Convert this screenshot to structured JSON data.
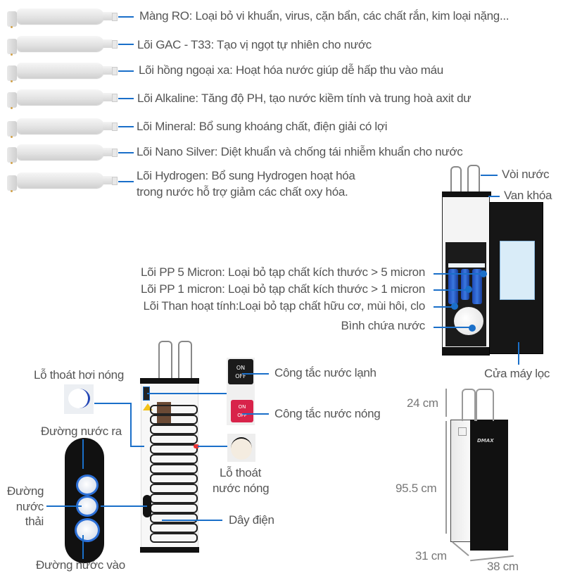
{
  "filters": [
    {
      "label": "Màng RO: Loại bỏ vi khuẩn, virus, cặn bẩn, các chất rắn, kim loại nặng..."
    },
    {
      "label": "Lõi GAC - T33: Tạo vị ngọt tự nhiên cho nước"
    },
    {
      "label": "Lõi hồng ngoại xa: Hoạt hóa nước giúp dễ hấp thu vào máu"
    },
    {
      "label": "Lõi Alkaline: Tăng độ PH, tạo nước kiềm tính và trung hoà axit dư"
    },
    {
      "label": "Lõi Mineral: Bổ sung khoáng chất, điện giải có lợi"
    },
    {
      "label": "Lõi Nano Silver: Diệt khuẩn và chống tái nhiễm khuẩn cho nước"
    },
    {
      "label_line1": "Lõi Hydrogen: Bổ sung Hydrogen hoạt hóa",
      "label_line2": "trong nước hỗ trợ giảm các chất oxy hóa."
    }
  ],
  "front_view": {
    "faucet": "Vòi nước",
    "valve": "Van khóa",
    "pp5": "Lõi PP 5 Micron: Loại bỏ tạp chất kích thước > 5 micron",
    "pp1": "Lõi PP 1 micron: Loại bỏ tạp chất kích thước > 1 micron",
    "carbon": "Lõi Than hoạt tính:Loại bỏ tạp chất hữu cơ, mùi hôi, clo",
    "tank": "Bình chứa nước",
    "door": "Cửa máy lọc"
  },
  "back_view": {
    "steam_vent": "Lỗ thoát hơi nóng",
    "water_out": "Đường nước ra",
    "waste_line": [
      "Đường",
      "nước",
      "thải"
    ],
    "water_in": "Đường nước vào",
    "cold_switch": "Công tắc nước lạnh",
    "hot_switch": "Công tắc nước nóng",
    "hot_drain": [
      "Lỗ thoát",
      "nước nóng"
    ],
    "power_cord": "Dây điện",
    "switch_on": "ON",
    "switch_off": "OFF"
  },
  "dimensions": {
    "top": "24 cm",
    "height": "95.5 cm",
    "depth": "31 cm",
    "width": "38 cm",
    "brand": "DMAX"
  },
  "colors": {
    "line": "#1a6fc9",
    "text": "#555555",
    "hot_switch": "#d8234a"
  }
}
